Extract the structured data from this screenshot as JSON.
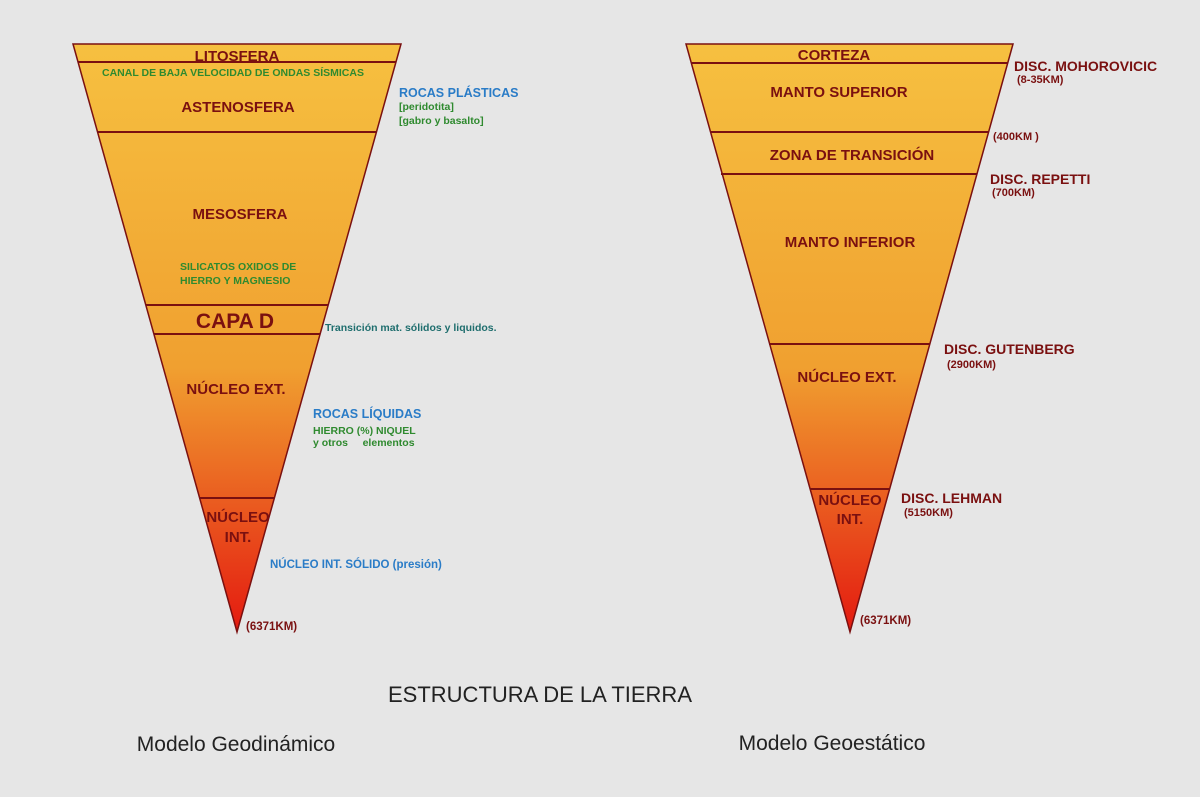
{
  "title": "ESTRUCTURA DE LA TIERRA",
  "colors": {
    "top": "#f6c040",
    "middle": "#f0a030",
    "bottom": "#e41a10",
    "line": "#7a1010",
    "dark_red": "#7a1010",
    "blue": "#2a7cc7",
    "green": "#2f8a2f",
    "teal": "#1f6e6e"
  },
  "geodynamic": {
    "caption": "Modelo Geodinámico",
    "layers": {
      "litosfera": "LITOSFERA",
      "canal": "CANAL DE BAJA VELOCIDAD DE ONDAS SÍSMICAS",
      "astenosfera": "ASTENOSFERA",
      "mesosfera": "MESOSFERA",
      "silicatos_1": "SILICATOS OXIDOS DE",
      "silicatos_2": "HIERRO Y MAGNESIO",
      "capa_d": "CAPA D",
      "nucleo_ext": "NÚCLEO EXT.",
      "nucleo_int_1": "NÚCLEO",
      "nucleo_int_2": "INT."
    },
    "notes": {
      "rocas_plasticas": "ROCAS PLÁSTICAS",
      "peridotita": "[peridotita]",
      "gabro": "[gabro y basalto]",
      "transicion": "Transición mat. sólidos y liquidos.",
      "rocas_liquidas": "ROCAS LÍQUIDAS",
      "hierro": "HIERRO (%) NIQUEL",
      "otros": "y otros     elementos",
      "nucleo_solido": "NÚCLEO INT. SÓLIDO (presión)",
      "depth": "(6371KM)"
    }
  },
  "geostatic": {
    "caption": "Modelo Geoestático",
    "layers": {
      "corteza": "CORTEZA",
      "manto_superior": "MANTO SUPERIOR",
      "zona_transicion": "ZONA DE TRANSICIÓN",
      "manto_inferior": "MANTO INFERIOR",
      "nucleo_ext": "NÚCLEO EXT.",
      "nucleo_int_1": "NÚCLEO",
      "nucleo_int_2": "INT."
    },
    "boundaries": {
      "mohorovicic": "DISC. MOHOROVICIC",
      "mohorovicic_depth": "(8-35KM)",
      "d400": "(400KM )",
      "repetti": "DISC. REPETTI",
      "repetti_depth": "(700KM)",
      "gutenberg": "DISC. GUTENBERG",
      "gutenberg_depth": "(2900KM)",
      "lehman": "DISC. LEHMAN",
      "lehman_depth": "(5150KM)",
      "depth": "(6371KM)"
    }
  }
}
